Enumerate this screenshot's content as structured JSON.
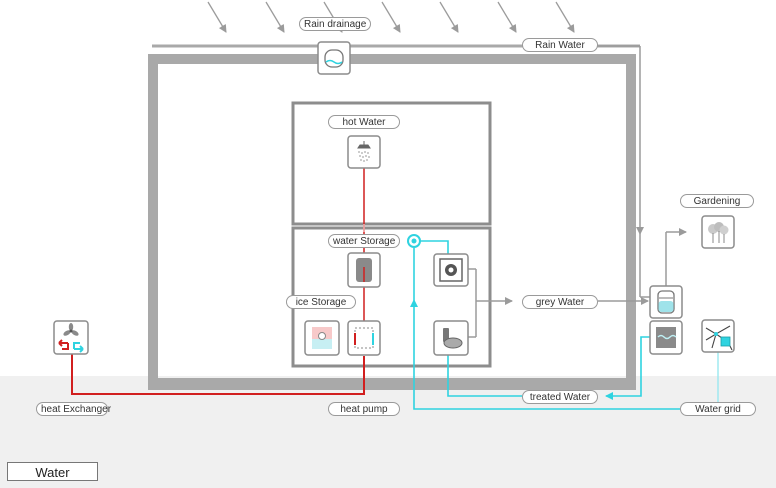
{
  "labels": {
    "rain_drainage": "Rain drainage",
    "rain_water": "Rain Water",
    "hot_water": "hot Water",
    "gardening": "Gardening",
    "water_storage": "water Storage",
    "ice_storage": "ice Storage",
    "grey_water": "grey Water",
    "treated_water": "treated Water",
    "water_grid": "Water grid",
    "heat_exchanger": "heat Exchanger",
    "heat_pump": "heat pump"
  },
  "legend": {
    "title": "Water"
  },
  "colors": {
    "hot": "#d11f1f",
    "cold": "#2fd3e0",
    "structure": "#a9a9a9",
    "pipe_grey": "#9b9b9b",
    "ground": "#f0f0f0"
  },
  "icons": [
    "rain-tank-icon",
    "shower-icon",
    "storage-tank-icon",
    "ice-storage-icon",
    "heat-pump-icon",
    "washing-machine-icon",
    "toilet-icon",
    "filter-tank-icon",
    "treatment-tank-icon",
    "tree-icon",
    "grid-map-icon",
    "fan-icon"
  ]
}
